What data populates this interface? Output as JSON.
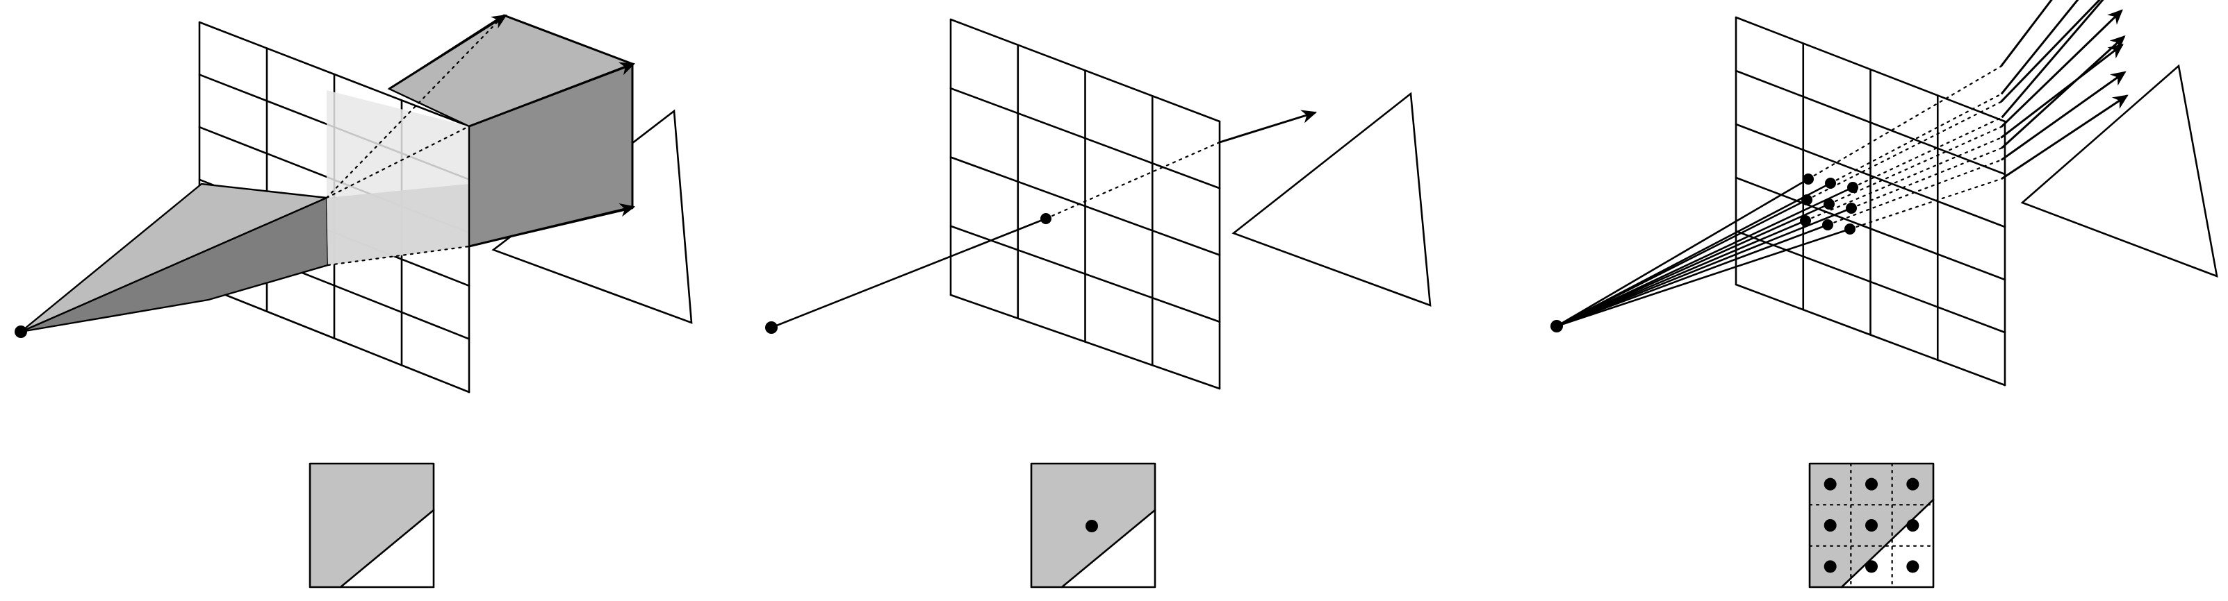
{
  "colors": {
    "stroke": "#000000",
    "background": "#ffffff",
    "pixel_fill": "#c2c2c2",
    "volume_top": "#b8b8b8",
    "volume_side": "#8f8f8f",
    "volume_bottom": "#a6a6a6",
    "volume_face": "#e4e4e4"
  },
  "panels": [
    {
      "id": "area-sampling",
      "grid_cells": [
        4,
        5
      ],
      "ray_count": 0,
      "samples_per_pixel": 0
    },
    {
      "id": "point-sampling",
      "grid_cells": [
        4,
        4
      ],
      "ray_count": 1,
      "samples_per_pixel": 1
    },
    {
      "id": "supersampling",
      "grid_cells": [
        4,
        5
      ],
      "ray_count": 9,
      "samples_per_pixel": 9
    }
  ]
}
